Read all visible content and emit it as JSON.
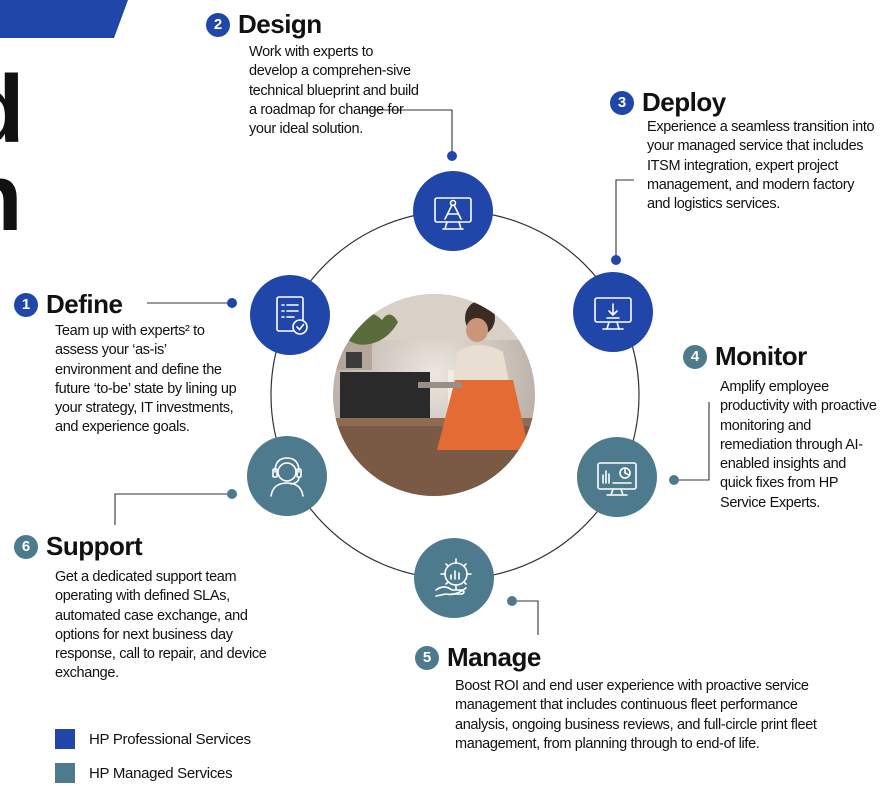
{
  "colors": {
    "professional": "#1f46a8",
    "managed": "#4d7a8c",
    "line": "#333333"
  },
  "left_edge": {
    "glyph_top": "d",
    "glyph_bottom": "n"
  },
  "stages": {
    "define": {
      "number": "1",
      "title": "Define",
      "icon": "checklist-icon",
      "desc": "Team up with experts² to assess your ‘as-is’ environment and define the future ‘to-be’ state by lining up your strategy, IT investments, and experience goals."
    },
    "design": {
      "number": "2",
      "title": "Design",
      "icon": "blueprint-compass-icon",
      "desc": "Work with experts to develop a comprehen-sive technical blueprint and build a roadmap for change for your ideal solution."
    },
    "deploy": {
      "number": "3",
      "title": "Deploy",
      "icon": "monitor-download-icon",
      "desc": "Experience a seamless transition into your managed service that includes ITSM integration, expert project management, and modern factory and logistics services."
    },
    "monitor": {
      "number": "4",
      "title": "Monitor",
      "icon": "dashboard-monitor-icon",
      "desc": "Amplify employee productivity with proactive monitoring and remediation through AI-enabled insights and quick fixes from HP Service Experts."
    },
    "manage": {
      "number": "5",
      "title": "Manage",
      "icon": "gear-hand-icon",
      "desc": "Boost ROI and end user experience with proactive service management that includes continuous fleet performance analysis, ongoing business reviews, and full-circle print fleet management, from planning through to end-of life."
    },
    "support": {
      "number": "6",
      "title": "Support",
      "icon": "headset-agent-icon",
      "desc": "Get a dedicated support team operating with defined SLAs, automated case exchange, and options for next business day response, call to repair, and device exchange."
    }
  },
  "legend": [
    {
      "label": "HP Professional Services",
      "color": "#1f46a8"
    },
    {
      "label": "HP Managed Services",
      "color": "#4d7a8c"
    }
  ]
}
